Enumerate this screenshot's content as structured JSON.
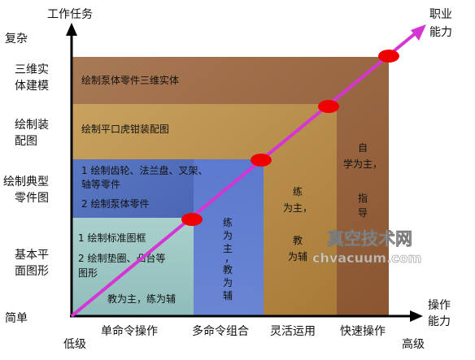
{
  "axis": {
    "y_title": "工作任务",
    "y_top": "复杂",
    "y_bottom": "简单",
    "x_title": [
      "操作",
      "能力"
    ],
    "x_left": "低级",
    "x_right": "高级",
    "diag_title": [
      "职业",
      "能力"
    ]
  },
  "y_categories": [
    [
      "三维实",
      "体建模"
    ],
    [
      "绘制装",
      "配图"
    ],
    [
      "绘制典型",
      "零件图"
    ],
    [
      "基本平",
      "面图形"
    ]
  ],
  "x_categories": [
    "单命令操作",
    "多命令组合",
    "灵活运用",
    "快速操作"
  ],
  "blocks": {
    "b4": {
      "text": "绘制泵体零件三维实体",
      "color": "#b9855a"
    },
    "b3": {
      "text": "绘制平口虎钳装配图",
      "color": "#c49a58"
    },
    "b2": {
      "lines": [
        "1 绘制齿轮、法兰盘、叉架、",
        "轴等零件",
        "2 绘制泵体零件"
      ],
      "color": "#4c69b8"
    },
    "b1": {
      "lines": [
        "1 绘制标准图框",
        "2 绘制垫圈、凸台等",
        "图形"
      ],
      "color": "#9ec9c6"
    }
  },
  "column_labels": {
    "c1": "教为主，练为辅",
    "c2": [
      "练",
      "为",
      "主",
      "，",
      "教",
      "为",
      "辅"
    ],
    "c3": [
      "练",
      "为主，",
      "教",
      "为辅"
    ],
    "c4": [
      "自",
      "学为主，",
      "指",
      "导"
    ]
  },
  "watermark": {
    "title": "真空技术网",
    "url": "chvacuum.com"
  },
  "colors": {
    "diagonal": "#d435d4",
    "markers": "#ee0000"
  }
}
